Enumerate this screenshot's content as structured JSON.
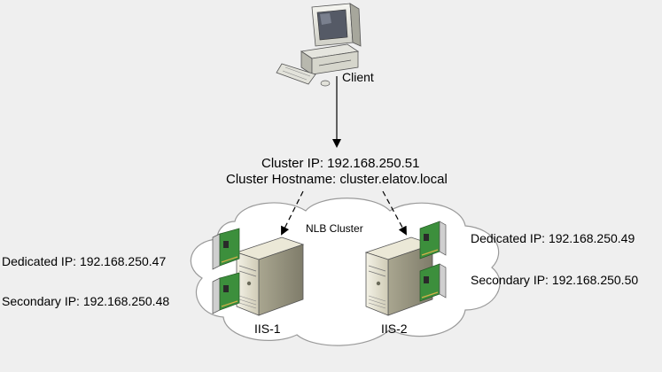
{
  "labels": {
    "client": "Client",
    "cluster_ip": "Cluster IP: 192.168.250.51",
    "cluster_hostname": "Cluster Hostname: cluster.elatov.local",
    "nlb_cluster": "NLB Cluster",
    "iis1_dedicated": "Dedicated IP: 192.168.250.47",
    "iis1_secondary": "Secondary IP: 192.168.250.48",
    "iis1_name": "IIS-1",
    "iis2_dedicated": "Dedicated IP: 192.168.250.49",
    "iis2_secondary": "Secondary IP: 192.168.250.50",
    "iis2_name": "IIS-2"
  },
  "colors": {
    "background": "#efefef",
    "cloud_fill": "#ffffff",
    "cloud_stroke": "#9a9a9a",
    "server_body": "#d9d6c4",
    "nic_board": "#3c8f3c",
    "arrow": "#000000"
  },
  "icons": {
    "client": "desktop-computer-icon",
    "server": "tower-server-icon",
    "nic": "network-card-icon"
  }
}
